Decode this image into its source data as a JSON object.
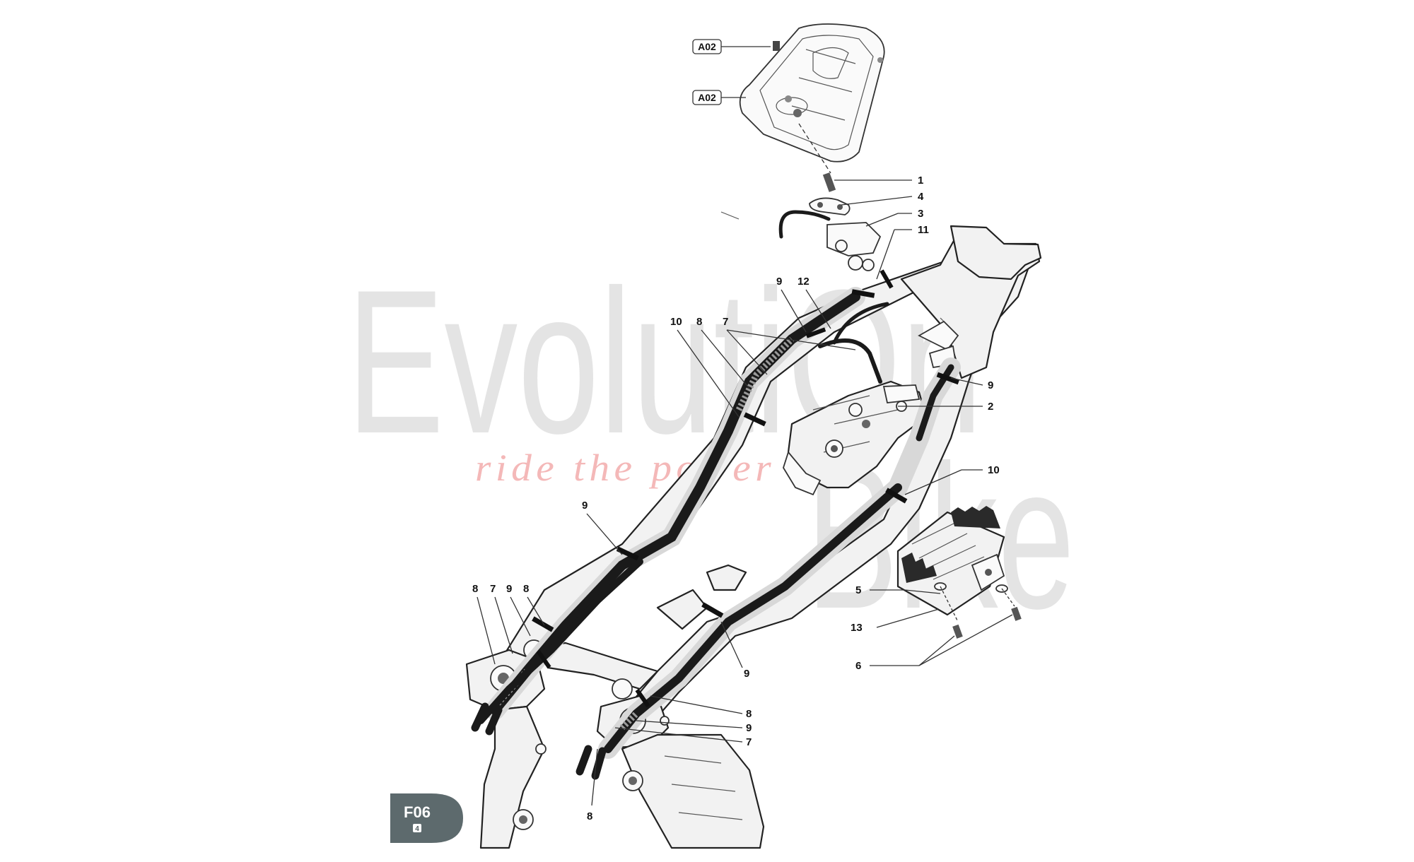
{
  "watermark": {
    "brand_line1": "EvolutiOn",
    "brand_line2": "Bike",
    "tagline": "ride the power"
  },
  "badge": {
    "code": "F06",
    "sub": "4"
  },
  "references": [
    {
      "id": "ref-a02-top",
      "label": "A02"
    },
    {
      "id": "ref-a02-bottom",
      "label": "A02"
    }
  ],
  "callouts": [
    {
      "id": "c1",
      "label": "1"
    },
    {
      "id": "c4",
      "label": "4"
    },
    {
      "id": "c3",
      "label": "3"
    },
    {
      "id": "c11",
      "label": "11"
    },
    {
      "id": "c9a",
      "label": "9"
    },
    {
      "id": "c12",
      "label": "12"
    },
    {
      "id": "c10a",
      "label": "10"
    },
    {
      "id": "c8a",
      "label": "8"
    },
    {
      "id": "c7a",
      "label": "7"
    },
    {
      "id": "c9b",
      "label": "9"
    },
    {
      "id": "c2",
      "label": "2"
    },
    {
      "id": "c10b",
      "label": "10"
    },
    {
      "id": "c9c",
      "label": "9"
    },
    {
      "id": "c8b",
      "label": "8"
    },
    {
      "id": "c7b",
      "label": "7"
    },
    {
      "id": "c9d",
      "label": "9"
    },
    {
      "id": "c8c",
      "label": "8"
    },
    {
      "id": "c5",
      "label": "5"
    },
    {
      "id": "c13",
      "label": "13"
    },
    {
      "id": "c6",
      "label": "6"
    },
    {
      "id": "c9e",
      "label": "9"
    },
    {
      "id": "c8d",
      "label": "8"
    },
    {
      "id": "c9f",
      "label": "9"
    },
    {
      "id": "c7c",
      "label": "7"
    },
    {
      "id": "c8e",
      "label": "8"
    }
  ]
}
